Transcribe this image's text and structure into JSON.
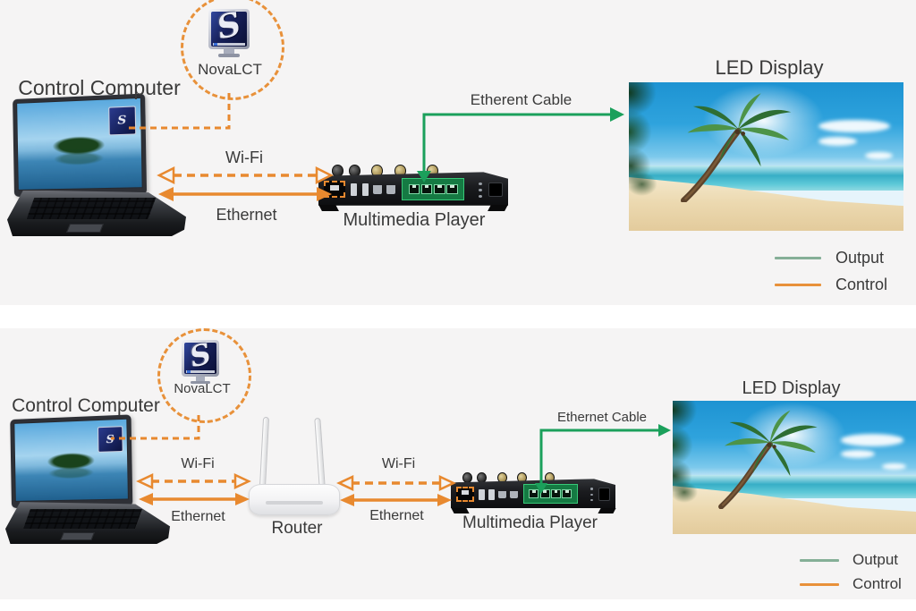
{
  "colors": {
    "control_orange": "#E8892F",
    "output_green": "#1BA05B",
    "legend_output_green": "#85AF97",
    "legend_control_orange": "#E8913A"
  },
  "icons": {
    "novalct_glyph": "S"
  },
  "diagram1": {
    "novalct": "NovaLCT",
    "computer": "Control Computer",
    "wifi": "Wi-Fi",
    "ethernet": "Ethernet",
    "player": "Multimedia Player",
    "cable": "Etherent Cable",
    "display": "LED Display",
    "legend_output": "Output",
    "legend_control": "Control"
  },
  "diagram2": {
    "novalct": "NovaLCT",
    "computer": "Control Computer",
    "wifi_pc_router": "Wi-Fi",
    "ethernet_pc_router": "Ethernet",
    "router": "Router",
    "wifi_router_player": "Wi-Fi",
    "ethernet_router_player": "Ethernet",
    "player": "Multimedia Player",
    "cable": "Ethernet Cable",
    "display": "LED Display",
    "legend_output": "Output",
    "legend_control": "Control"
  }
}
